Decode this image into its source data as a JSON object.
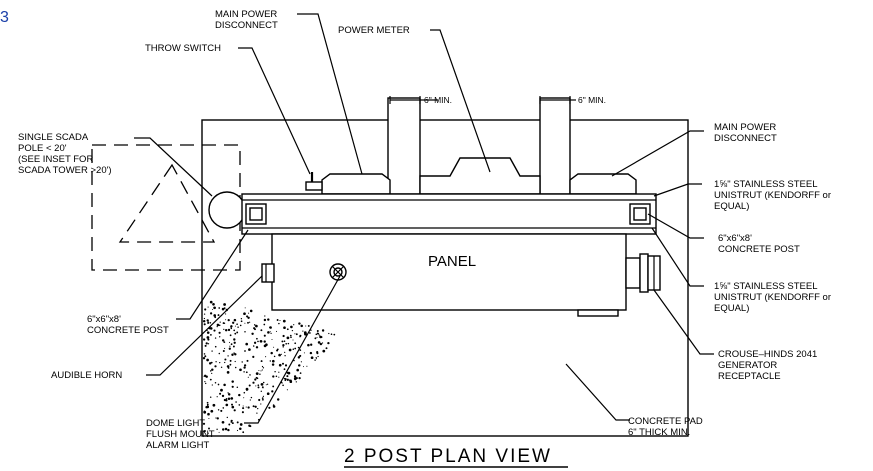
{
  "corner_label": "3",
  "title": "2 POST PLAN VIEW",
  "panel_label": "PANEL",
  "dimension_labels": [
    "6\" MIN.",
    "6\" MIN."
  ],
  "callouts": {
    "main_power_disconnect_top": [
      "MAIN POWER",
      "DISCONNECT"
    ],
    "power_meter": [
      "POWER METER"
    ],
    "throw_switch": [
      "THROW SWITCH"
    ],
    "single_scada_pole": [
      "SINGLE SCADA",
      "POLE < 20'",
      "(SEE INSET FOR",
      "SCADA TOWER >20')"
    ],
    "main_power_disconnect_right": [
      "MAIN POWER",
      "DISCONNECT"
    ],
    "unistrut_top": [
      "1⅝\" STAINLESS STEEL",
      "UNISTRUT (KENDORFF or",
      "EQUAL)"
    ],
    "concrete_post_right": [
      "6\"x6\"x8'",
      "CONCRETE POST"
    ],
    "unistrut_bottom": [
      "1⅝\" STAINLESS STEEL",
      "UNISTRUT (KENDORFF or",
      "EQUAL)"
    ],
    "concrete_post_left": [
      "6\"x6\"x8'",
      "CONCRETE POST"
    ],
    "audible_horn": [
      "AUDIBLE HORN"
    ],
    "generator_receptacle": [
      "CROUSE–HINDS 2041",
      "GENERATOR",
      "RECEPTACLE"
    ],
    "dome_light": [
      "DOME LIGHT",
      "FLUSH MOUNT",
      "ALARM LIGHT"
    ],
    "concrete_pad": [
      "CONCRETE PAD",
      "6\" THICK MIN."
    ]
  }
}
